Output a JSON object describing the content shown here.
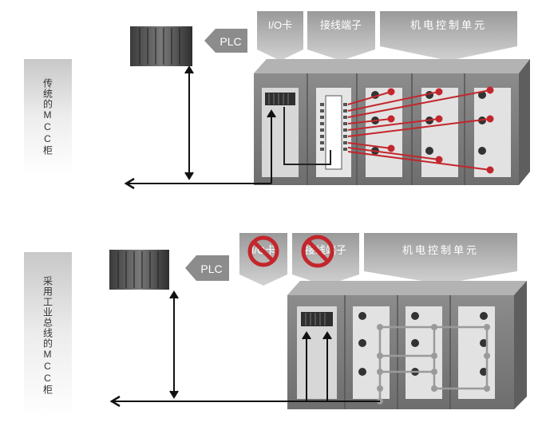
{
  "top": {
    "side_label": "传统的MCC柜",
    "plc": "PLC",
    "io_card": "I/O卡",
    "terminal": "接线端子",
    "control_unit": "机电控制单元"
  },
  "bottom": {
    "side_label": "采用工业总线的MCC柜",
    "plc": "PLC",
    "io_card": "I/O卡",
    "terminal": "接线端子",
    "control_unit": "机电控制单元"
  }
}
